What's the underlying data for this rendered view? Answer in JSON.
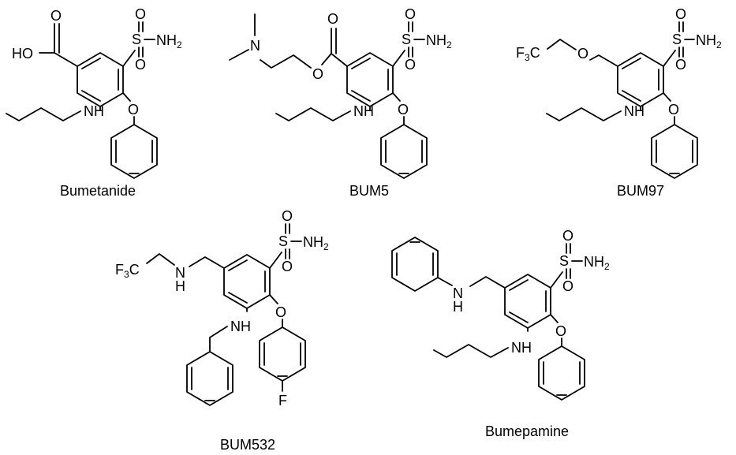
{
  "compounds": [
    {
      "name": "Bumetanide",
      "labels": {
        "ho": "HO",
        "nh": "NH",
        "o_ring": "O",
        "o_carbonyl": "O",
        "s": "S",
        "o_s1": "O",
        "o_s2": "O",
        "nh2": "NH",
        "nh2_sub": "2"
      }
    },
    {
      "name": "BUM5",
      "labels": {
        "n": "N",
        "o_ester": "O",
        "o_carbonyl": "O",
        "nh": "NH",
        "o_ring": "O",
        "s": "S",
        "o_s1": "O",
        "o_s2": "O",
        "nh2": "NH",
        "nh2_sub": "2"
      }
    },
    {
      "name": "BUM97",
      "labels": {
        "f3c_main": "F",
        "f3c_sub": "3",
        "f3c_c": "C",
        "o_ether": "O",
        "nh": "NH",
        "o_ring": "O",
        "s": "S",
        "o_s1": "O",
        "o_s2": "O",
        "nh2": "NH",
        "nh2_sub": "2"
      }
    },
    {
      "name": "BUM532",
      "labels": {
        "f3c_main": "F",
        "f3c_sub": "3",
        "f3c_c": "C",
        "nh_link": "N",
        "h_link": "H",
        "nh": "NH",
        "o_ring": "O",
        "f": "F",
        "s": "S",
        "o_s1": "O",
        "o_s2": "O",
        "nh2": "NH",
        "nh2_sub": "2"
      }
    },
    {
      "name": "Bumepamine",
      "labels": {
        "nh_link": "N",
        "h_link": "H",
        "nh": "NH",
        "o_ring": "O",
        "s": "S",
        "o_s1": "O",
        "o_s2": "O",
        "nh2": "NH",
        "nh2_sub": "2"
      }
    }
  ]
}
